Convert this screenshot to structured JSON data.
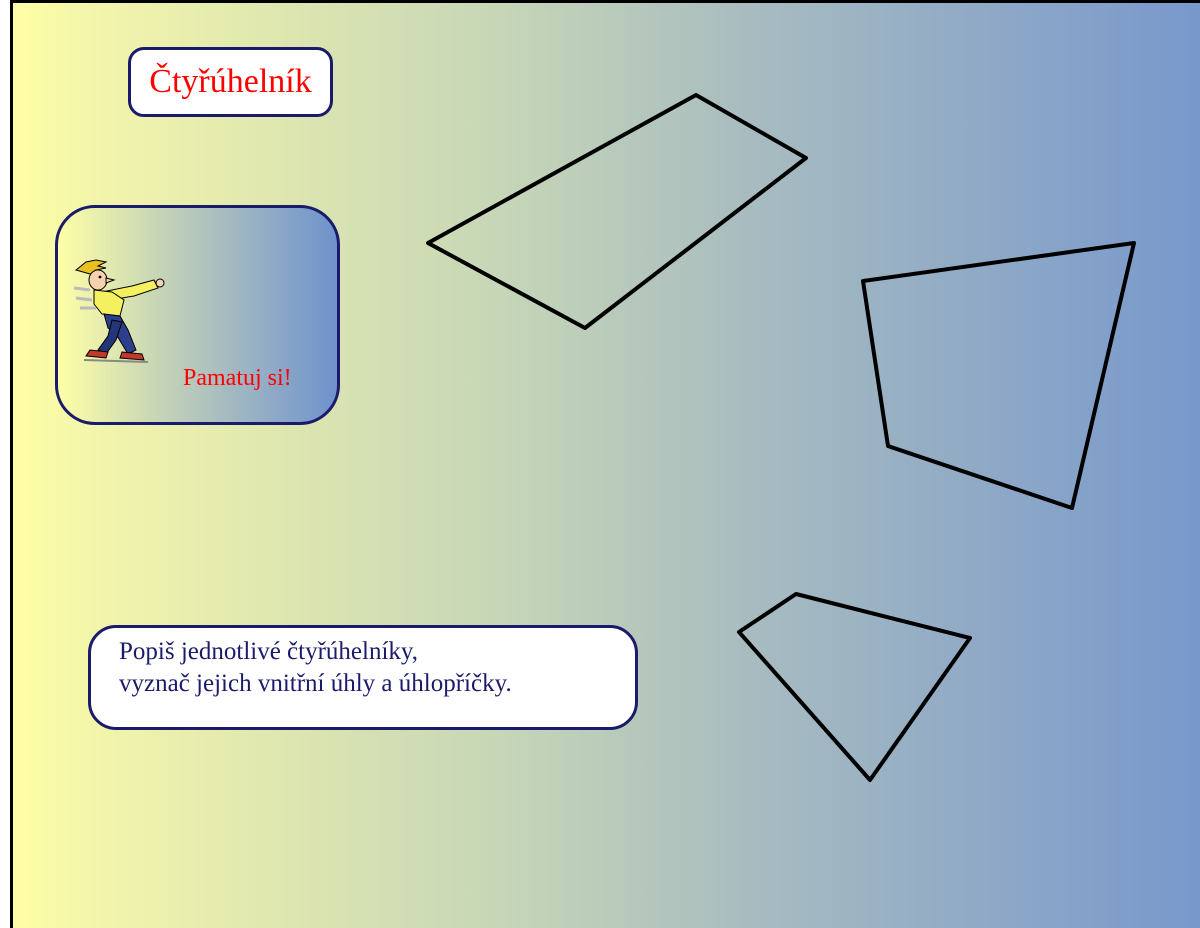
{
  "title": "Čtyřúhelník",
  "remember": {
    "label": "Pamatuj si!",
    "figure_icon": "running-man-icon"
  },
  "task": {
    "line1": "Popiš jednotlivé čtyřúhelníky,",
    "line2": "vyznač jejich vnitřní úhly a úhlopříčky."
  },
  "colors": {
    "title_text": "#ff0000",
    "box_border": "#1b1b6b",
    "task_text": "#1b1b6b",
    "shape_stroke": "#000000"
  }
}
